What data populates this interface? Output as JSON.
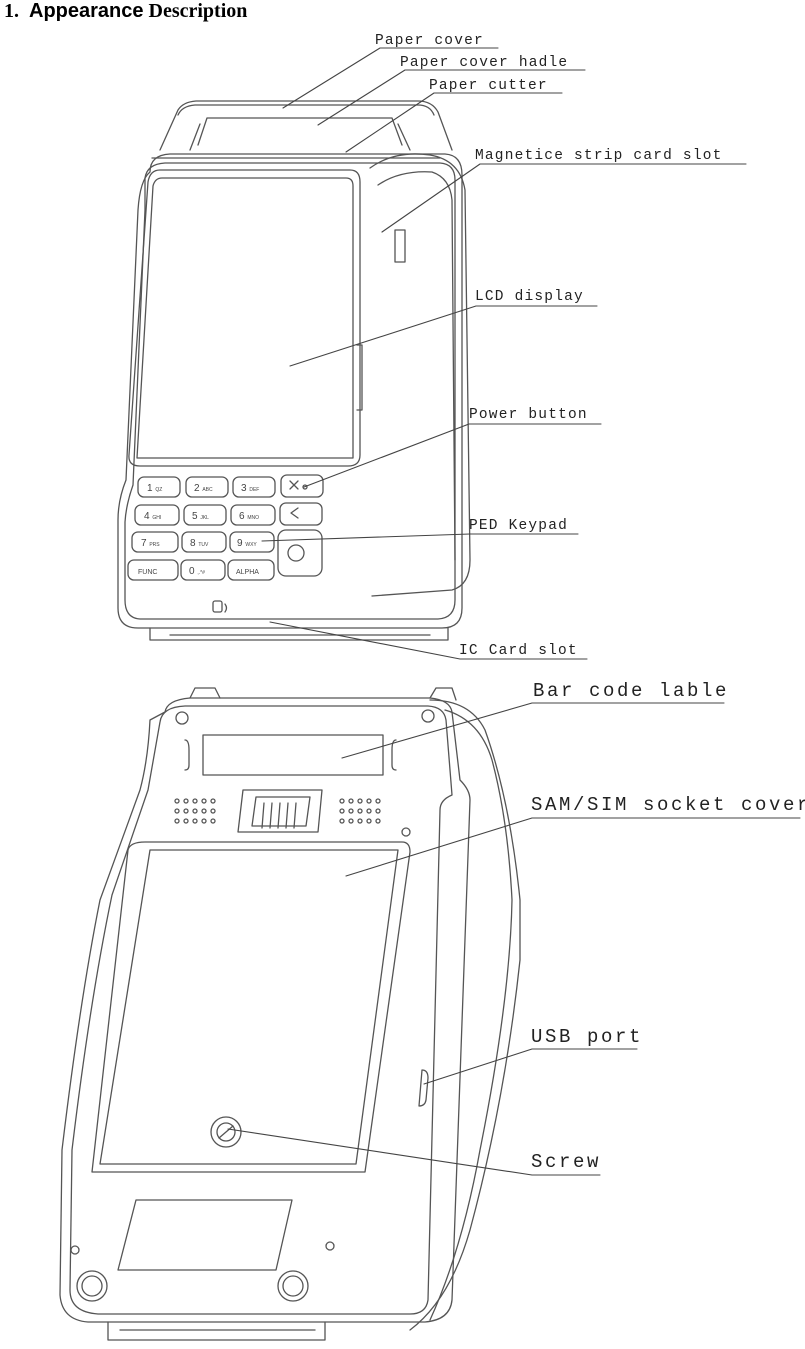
{
  "heading": {
    "number": "1.",
    "title": "Appearance",
    "subtitle": "Description"
  },
  "callouts": {
    "paper_cover": "Paper cover",
    "paper_cover_handle": "Paper cover hadle",
    "paper_cutter": "Paper cutter",
    "magnetic_strip_slot": "Magnetice strip card slot",
    "lcd_display": "LCD display",
    "power_button": "Power button",
    "ped_keypad": "PED Keypad",
    "ic_card_slot": "IC Card slot",
    "bar_code_label": "Bar code lable",
    "sam_sim_cover": "SAM/SIM socket cover",
    "usb_port": "USB port",
    "screw": "Screw"
  },
  "keypad": {
    "rows": [
      [
        {
          "digit": "1",
          "sub": "QZ"
        },
        {
          "digit": "2",
          "sub": "ABC"
        },
        {
          "digit": "3",
          "sub": "DEF"
        },
        {
          "digit": "",
          "sub": "",
          "icon": "cancel-icon"
        }
      ],
      [
        {
          "digit": "4",
          "sub": "GHI"
        },
        {
          "digit": "5",
          "sub": "JKL"
        },
        {
          "digit": "6",
          "sub": "MNO"
        },
        {
          "digit": "",
          "sub": "",
          "icon": "backspace-icon"
        }
      ],
      [
        {
          "digit": "7",
          "sub": "PRS"
        },
        {
          "digit": "8",
          "sub": "TUV"
        },
        {
          "digit": "9",
          "sub": "WXY"
        },
        {
          "digit": "",
          "sub": "",
          "icon": "enter-icon"
        }
      ],
      [
        {
          "digit": "FUNC",
          "sub": ""
        },
        {
          "digit": "0",
          "sub": ",.*#"
        },
        {
          "digit": "ALPHA",
          "sub": ""
        }
      ]
    ]
  },
  "colors": {
    "line": "#555555",
    "leader": "#444444",
    "text": "#222222"
  }
}
